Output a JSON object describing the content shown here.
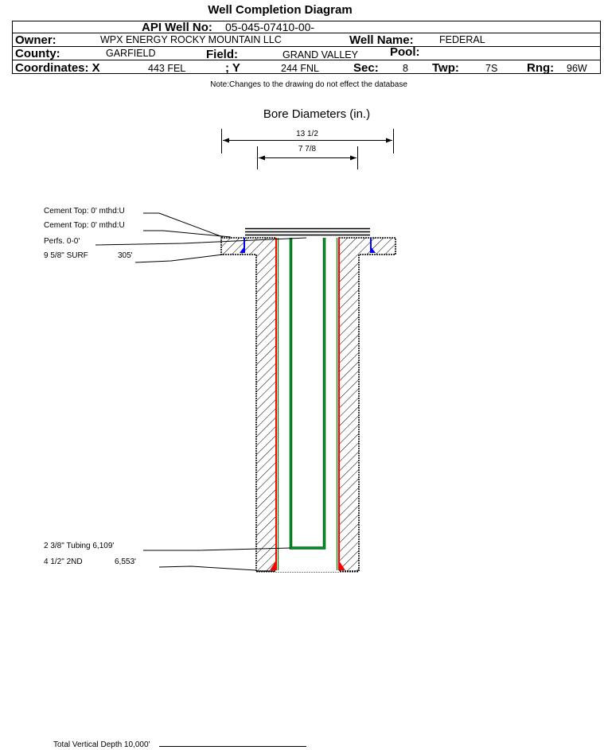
{
  "title": "Well Completion Diagram",
  "header": {
    "api_label": "API Well No:",
    "api_value": "05-045-07410-00-",
    "owner_label": "Owner:",
    "owner_value": "WPX ENERGY ROCKY MOUNTAIN LLC",
    "well_name_label": "Well Name:",
    "well_name_value": "FEDERAL",
    "county_label": "County:",
    "county_value": "GARFIELD",
    "field_label": "Field:",
    "field_value": "GRAND VALLEY",
    "pool_label": "Pool:",
    "coords_label": "Coordinates: X",
    "x_value": "443 FEL",
    "y_label": "; Y",
    "y_value": "244 FNL",
    "sec_label": "Sec:",
    "sec_value": "8",
    "twp_label": "Twp:",
    "twp_value": "7S",
    "rng_label": "Rng:",
    "rng_value": "96W"
  },
  "note": "Note:Changes to the drawing do not effect the database",
  "diagram": {
    "bore_title": "Bore Diameters (in.)",
    "bore_outer": "13 1/2",
    "bore_inner": "7 7/8",
    "labels": {
      "cement_top_1": "Cement Top: 0' mthd:U",
      "cement_top_2": "Cement Top: 0' mthd:U",
      "perfs": "Perfs. 0-0'",
      "surf_casing": "9 5/8\" SURF",
      "surf_depth": "305'",
      "tubing": "2 3/8\" Tubing 6,109'",
      "prod_casing": "4 1/2\" 2ND",
      "prod_depth": "6,553'",
      "tvd": "Total Vertical Depth 10,000'"
    },
    "colors": {
      "casing_surface": "#0000ff",
      "casing_production": "#ff0000",
      "tubing": "#008000"
    }
  }
}
